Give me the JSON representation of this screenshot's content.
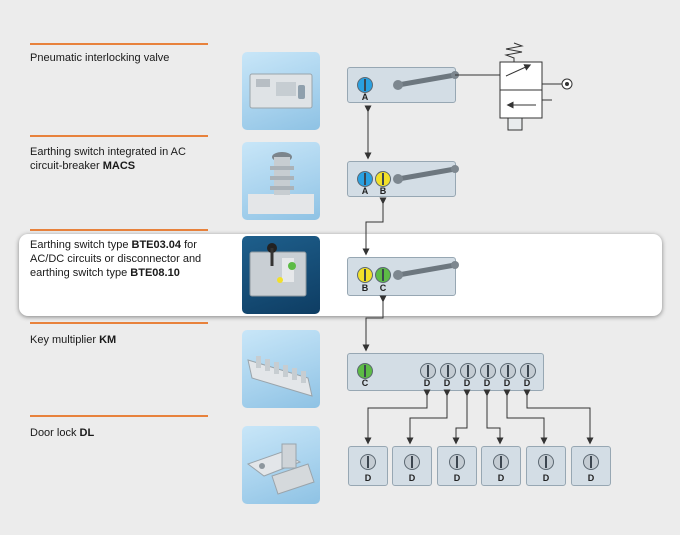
{
  "rows": [
    {
      "label_prefix": "Pneumatic interlocking valve",
      "label_bold": ""
    },
    {
      "label_prefix": "Earthing switch integrated in AC circuit-breaker",
      "label_bold": "MACS"
    },
    {
      "label_prefix": "Earthing switch type",
      "label_bold": "BTE03.04",
      "label_mid": "for AC/DC circuits or disconnector and earthing switch type",
      "label_bold2": "BTE08.10"
    },
    {
      "label_prefix": "Key multiplier",
      "label_bold": "KM"
    },
    {
      "label_prefix": "Door lock",
      "label_bold": "DL"
    }
  ],
  "locks": {
    "row1": [
      "A"
    ],
    "row2": [
      "A",
      "B"
    ],
    "row3": [
      "B",
      "C"
    ],
    "multiplier_in": "C",
    "multiplier_out": [
      "D",
      "D",
      "D",
      "D",
      "D",
      "D"
    ],
    "doors": [
      "D",
      "D",
      "D",
      "D",
      "D",
      "D"
    ]
  },
  "colors": {
    "accent_rule": "#e8823c",
    "key_A": "#2aa0e0",
    "key_B": "#f2e02a",
    "key_C": "#5dbb46",
    "key_D": "#c4ccd3"
  },
  "icons": [
    "pneumatic-valve-symbol",
    "spring-icon",
    "outlet-port-icon"
  ]
}
